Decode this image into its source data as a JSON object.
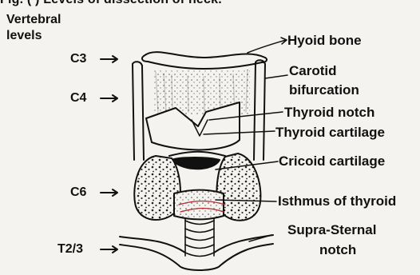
{
  "header_fragment": "Fig. (     ) Levels of dissection of neck.",
  "levels_heading": [
    "Vertebral",
    "levels"
  ],
  "vertebral_levels": [
    "C3",
    "C4",
    "C6",
    "T2/3"
  ],
  "labels": {
    "hyoid": "Hyoid  bone",
    "carotid_1": "Carotid",
    "carotid_2": "bifurcation",
    "thyroid_notch": "Thyroid notch",
    "thyroid_cartilage": "Thyroid cartilage",
    "cricoid": "Cricoid  cartilage",
    "isthmus": "Isthmus of thyroid",
    "suprasternal_1": "Supra-Sternal",
    "suprasternal_2": "notch"
  },
  "colors": {
    "ink": "#111111",
    "paper": "#f4f3ef",
    "red_stipple": "#b52a2a"
  }
}
